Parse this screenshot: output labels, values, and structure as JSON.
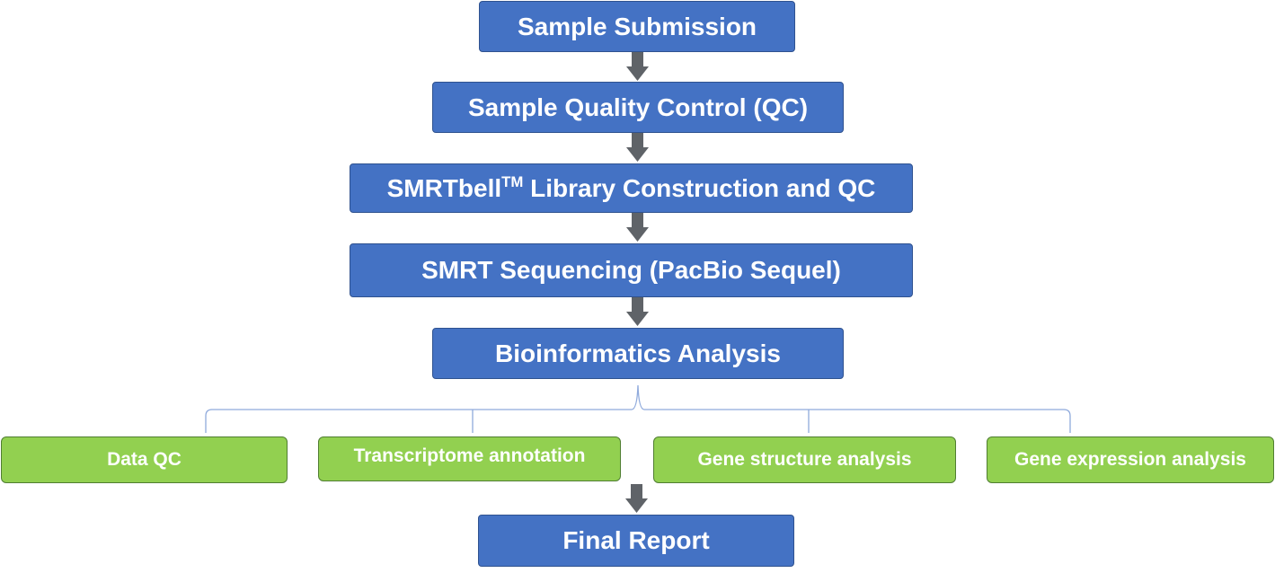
{
  "colors": {
    "step_fill": "#4472c4",
    "branch_fill": "#92d050",
    "arrow": "#5f6368",
    "bracket": "#8faadc"
  },
  "steps": [
    {
      "label": "Sample Submission"
    },
    {
      "label": "Sample Quality Control (QC)"
    },
    {
      "label_pre": "SMRTbell",
      "label_tm": "TM",
      "label_post": " Library Construction and QC"
    },
    {
      "label": "SMRT Sequencing (PacBio Sequel)"
    },
    {
      "label": "Bioinformatics Analysis"
    }
  ],
  "analyses": [
    {
      "label": "Data QC"
    },
    {
      "label": "Transcriptome annotation"
    },
    {
      "label": "Gene structure analysis"
    },
    {
      "label": "Gene expression analysis"
    }
  ],
  "final": {
    "label": "Final Report"
  }
}
